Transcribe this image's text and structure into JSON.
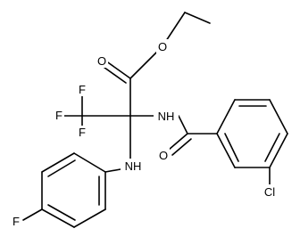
{
  "molecule": {
    "atoms": {
      "O_ether": "O",
      "O_carbonyl": "O",
      "F1": "F",
      "F2": "F",
      "F3": "F",
      "NH_amide": "NH",
      "NH_amine": "NH",
      "O_amide": "O",
      "Cl": "Cl",
      "F_aryl": "F"
    }
  }
}
